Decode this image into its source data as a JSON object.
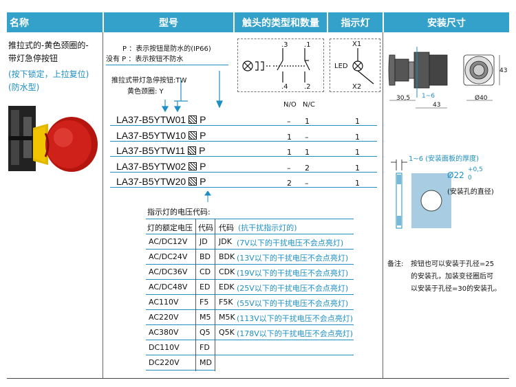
{
  "header": {
    "name": "名称",
    "model": "型号",
    "contacts": "触头的类型和数量",
    "indicator": "指示灯",
    "install": "安装尺寸"
  },
  "product": {
    "line1": "推拉式的-黄色颈圈的-",
    "line2": "带灯急停按钮",
    "note1": "(按下锁定，上拉复位)",
    "note2": "(防水型)"
  },
  "legend": {
    "p_line": "P ：表示按钮是防水的(IP66)",
    "nop_line": "没有 P ：表示按钮不防水",
    "series_line": "推拉式带灯急停按钮:TW",
    "collar_line": "黄色颈圈: Y",
    "y_marker": "Y"
  },
  "models": [
    {
      "code": "LA37-B5YTW01",
      "suffix": "P",
      "no": "–",
      "nc": "1",
      "led": "1"
    },
    {
      "code": "LA37-B5YTW10",
      "suffix": "P",
      "no": "1",
      "nc": "–",
      "led": "1"
    },
    {
      "code": "LA37-B5YTW11",
      "suffix": "P",
      "no": "1",
      "nc": "1",
      "led": "1"
    },
    {
      "code": "LA37-B5YTW02",
      "suffix": "P",
      "no": "–",
      "nc": "2",
      "led": "1"
    },
    {
      "code": "LA37-B5YTW20",
      "suffix": "P",
      "no": "2",
      "nc": "–",
      "led": "1"
    }
  ],
  "contact_diagram": {
    "t3": ".3",
    "t1": ".1",
    "t4": ".4",
    "t2": ".2",
    "no_label": "N/O",
    "nc_label": "N/C"
  },
  "led_diagram": {
    "x1": "X1",
    "x2": "X2",
    "led": "LED"
  },
  "dimensions": {
    "d305": "30,5",
    "d43a": "43",
    "d16": "1~6",
    "d43b": "43",
    "d40": "Ø40"
  },
  "panel": {
    "thickness": "1~6  (安装面板的厚度)",
    "hole_dia": "Ø22",
    "tol_up": "+0,5",
    "tol_low": "0",
    "hole_label": "(安装孔的直径)"
  },
  "remark": {
    "label": "备注:",
    "line1": "按钮也可以安装于孔径=25",
    "line2": "的安装孔，加装变径圈后可",
    "line3": "以安装于孔径=30的安装孔。"
  },
  "voltage": {
    "title": "指示灯的电压代码:",
    "col1": "灯的额定电压",
    "col2": "代码",
    "col3": "代码",
    "col3_note": "(抗干扰指示灯的)",
    "rows": [
      {
        "v": "AC/DC12V",
        "c": "JD",
        "k": "JDK",
        "n": "(7V以下的干扰电压不会点亮灯)"
      },
      {
        "v": "AC/DC24V",
        "c": "BD",
        "k": "BDK",
        "n": "(13V以下的干扰电压不会点亮灯)"
      },
      {
        "v": "AC/DC36V",
        "c": "CD",
        "k": "CDK",
        "n": "(19V以下的干扰电压不会点亮灯)"
      },
      {
        "v": "AC/DC48V",
        "c": "ED",
        "k": "EDK",
        "n": "(25V以下的干扰电压不会点亮灯)"
      },
      {
        "v": "AC110V",
        "c": "F5",
        "k": "F5K",
        "n": "(55V以下的干扰电压不会点亮灯)"
      },
      {
        "v": "AC220V",
        "c": "M5",
        "k": "M5K",
        "n": "(113V以下的干扰电压不会点亮灯)"
      },
      {
        "v": "AC380V",
        "c": "Q5",
        "k": "Q5K",
        "n": "(178V以下的干扰电压不会点亮灯)"
      },
      {
        "v": "DC110V",
        "c": "FD",
        "k": "",
        "n": ""
      },
      {
        "v": "DC220V",
        "c": "MD",
        "k": "",
        "n": ""
      }
    ]
  },
  "colors": {
    "header_bg": "#33a1c9",
    "accent_blue": "#1d8fc4",
    "button_red": "#d0201a",
    "collar_yellow": "#f2c400"
  }
}
